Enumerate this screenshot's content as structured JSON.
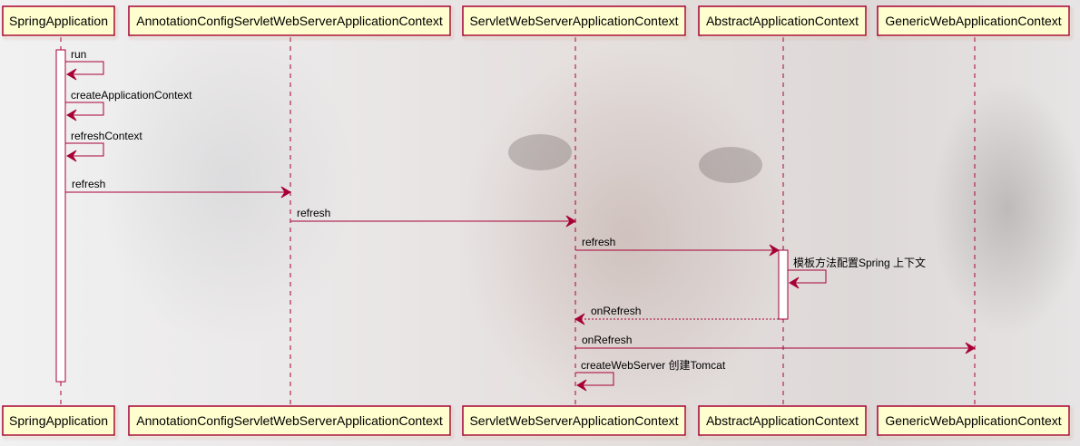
{
  "participants": [
    {
      "id": "p0",
      "name": "SpringApplication"
    },
    {
      "id": "p1",
      "name": "AnnotationConfigServletWebServerApplicationContext"
    },
    {
      "id": "p2",
      "name": "ServletWebServerApplicationContext"
    },
    {
      "id": "p3",
      "name": "AbstractApplicationContext"
    },
    {
      "id": "p4",
      "name": "GenericWebApplicationContext"
    }
  ],
  "messages": [
    {
      "from": 0,
      "to": 0,
      "label": "run",
      "style": "solid"
    },
    {
      "from": 0,
      "to": 0,
      "label": "createApplicationContext",
      "style": "solid"
    },
    {
      "from": 0,
      "to": 0,
      "label": "refreshContext",
      "style": "solid"
    },
    {
      "from": 0,
      "to": 1,
      "label": "refresh",
      "style": "solid"
    },
    {
      "from": 1,
      "to": 2,
      "label": "refresh",
      "style": "solid"
    },
    {
      "from": 2,
      "to": 3,
      "label": "refresh",
      "style": "solid"
    },
    {
      "from": 3,
      "to": 3,
      "label": "模板方法配置Spring 上下文",
      "style": "solid"
    },
    {
      "from": 3,
      "to": 2,
      "label": "onRefresh",
      "style": "dashed"
    },
    {
      "from": 2,
      "to": 4,
      "label": "onRefresh",
      "style": "solid"
    },
    {
      "from": 2,
      "to": 2,
      "label": "createWebServer 创建Tomcat",
      "style": "solid"
    }
  ],
  "colors": {
    "participant_fill": "#fefece",
    "line": "#a80036",
    "activation_fill": "#ffffff"
  }
}
